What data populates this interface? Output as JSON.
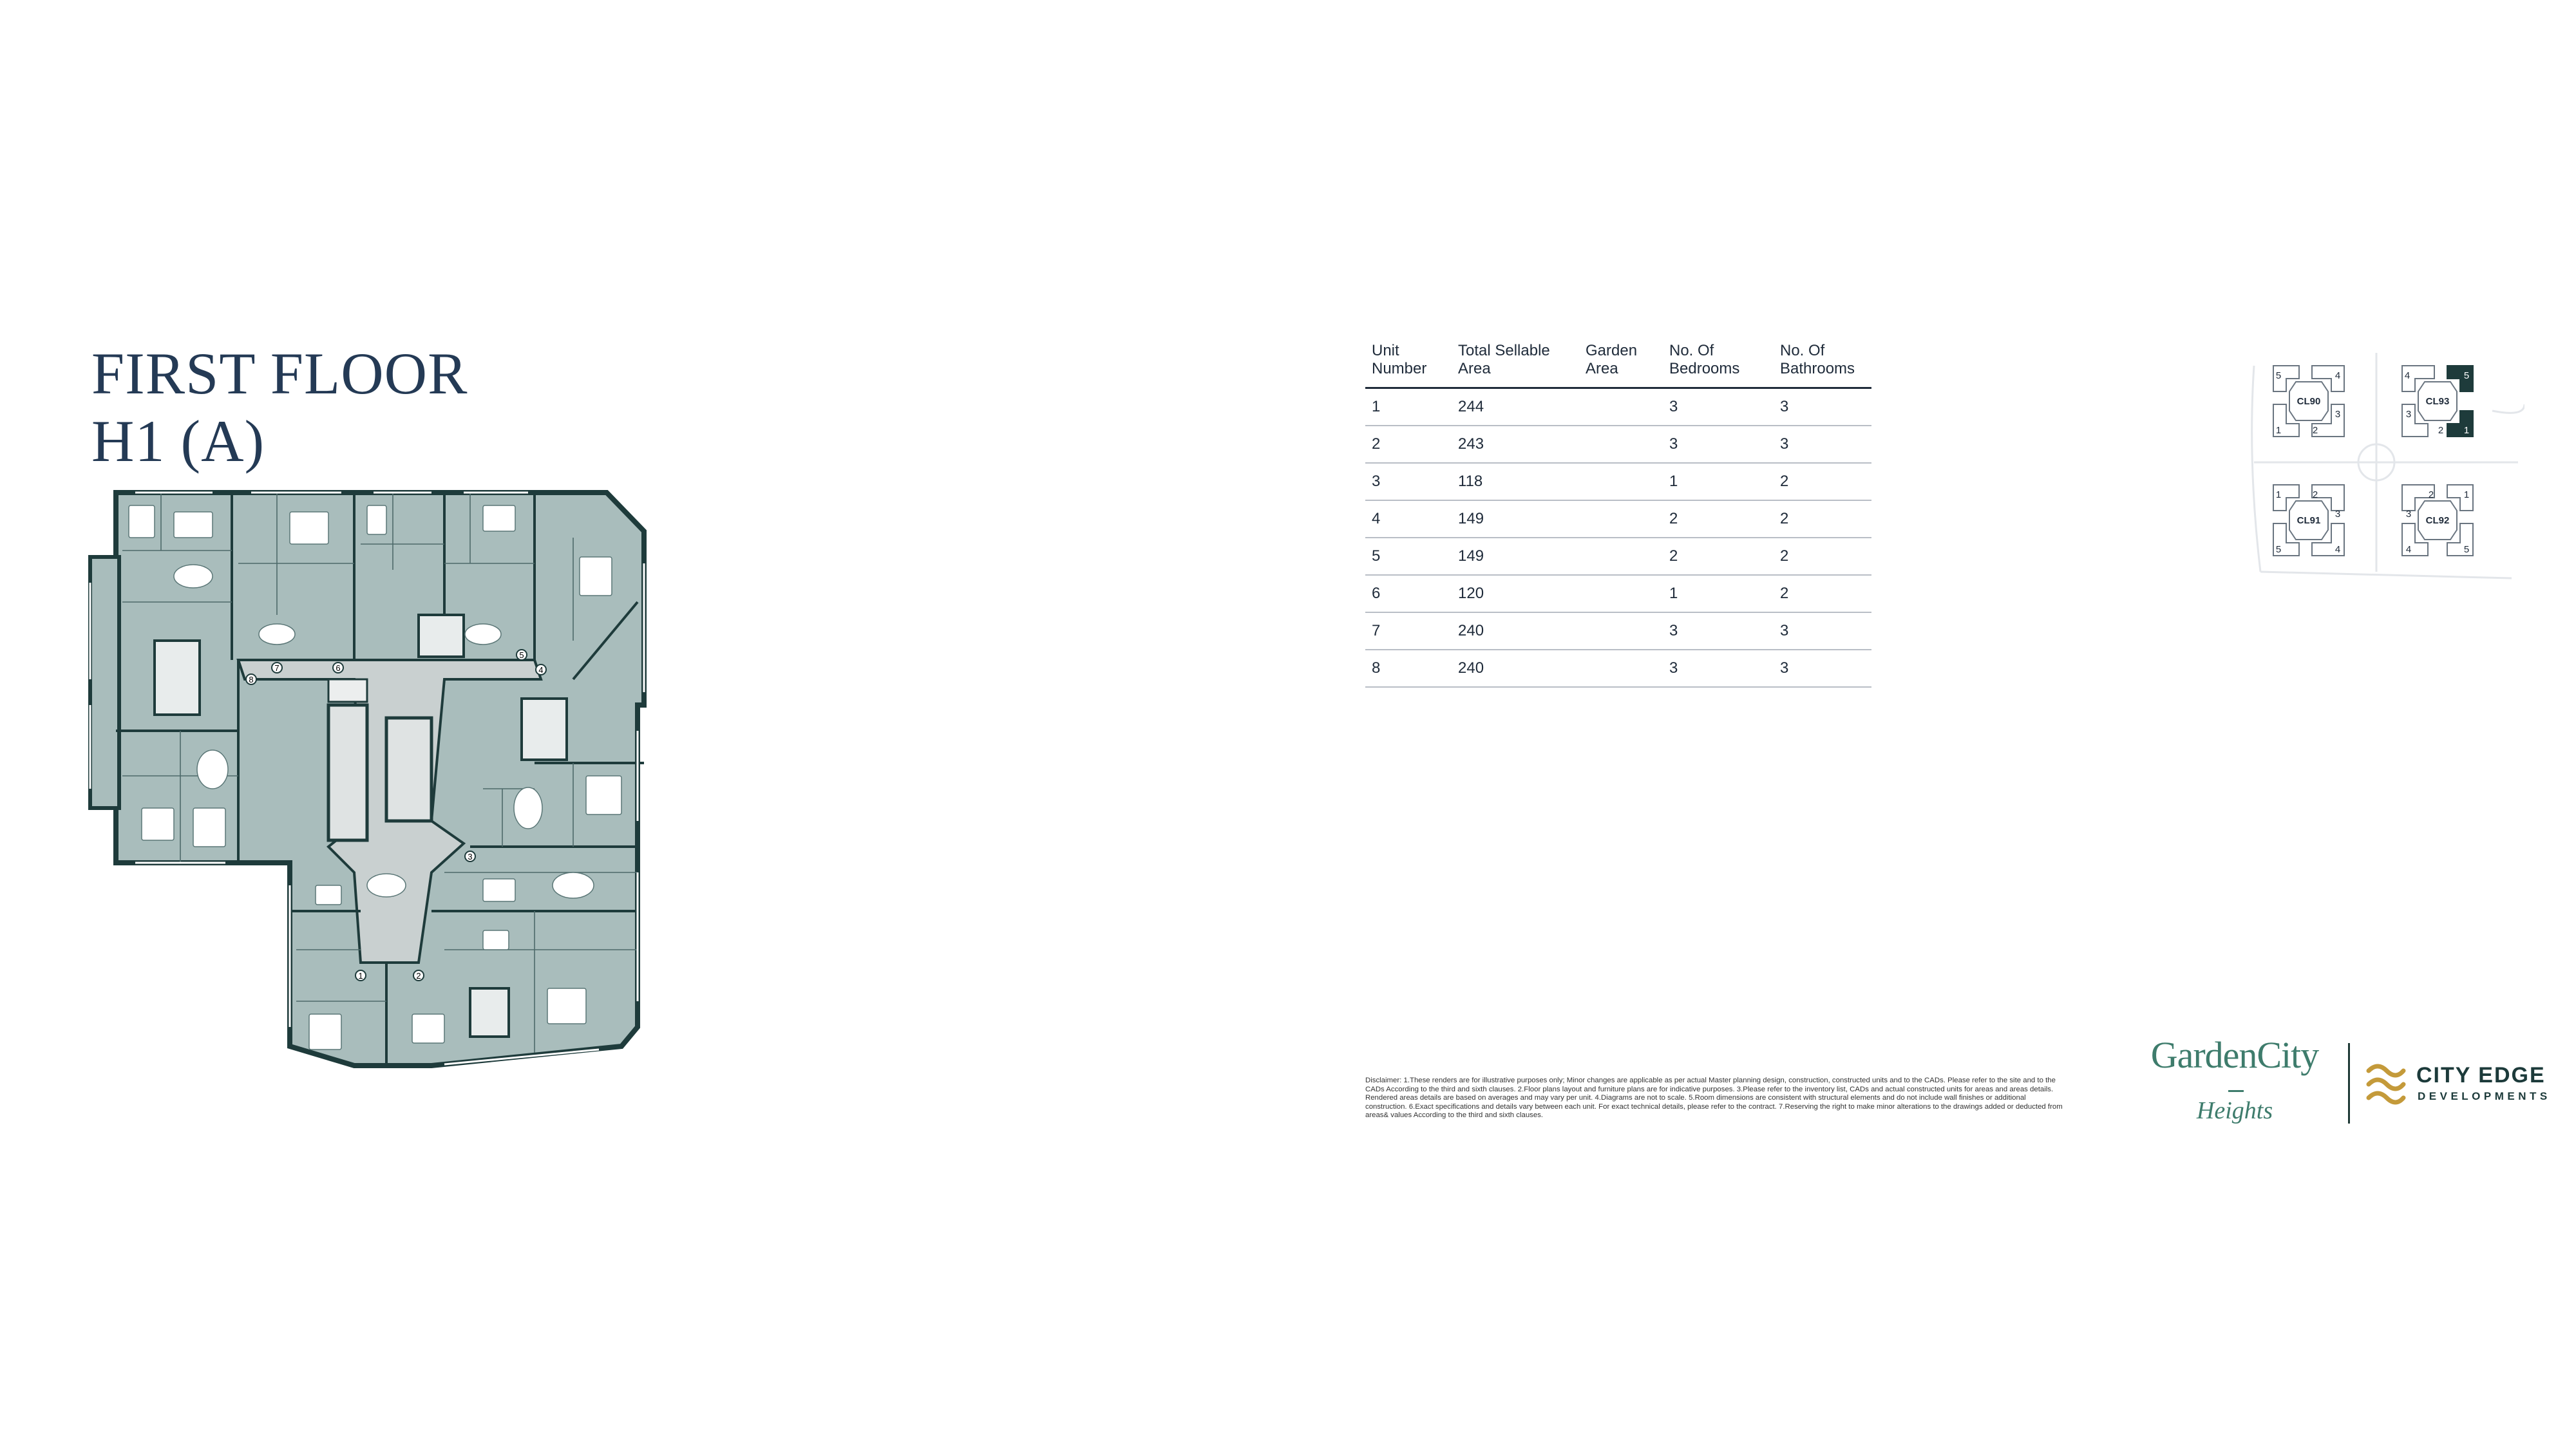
{
  "page": {
    "title_line1": "FIRST FLOOR",
    "title_line2": "H1 (A)"
  },
  "floor_plan": {
    "unit_markers": [
      "1",
      "2",
      "3",
      "4",
      "5",
      "6",
      "7",
      "8"
    ],
    "colors": {
      "unit_fill": "#a9bdbc",
      "wall": "#1e3b3b",
      "corridor": "#c9d0d0"
    }
  },
  "units_table": {
    "headers": [
      [
        "Unit",
        "Number"
      ],
      [
        "Total Sellable",
        "Area"
      ],
      [
        "Garden",
        "Area"
      ],
      [
        "No. Of",
        "Bedrooms"
      ],
      [
        "No. Of",
        "Bathrooms"
      ]
    ],
    "rows": [
      [
        "1",
        "244",
        "",
        "3",
        "3"
      ],
      [
        "2",
        "243",
        "",
        "3",
        "3"
      ],
      [
        "3",
        "118",
        "",
        "1",
        "2"
      ],
      [
        "4",
        "149",
        "",
        "2",
        "2"
      ],
      [
        "5",
        "149",
        "",
        "2",
        "2"
      ],
      [
        "6",
        "120",
        "",
        "1",
        "2"
      ],
      [
        "7",
        "240",
        "",
        "3",
        "3"
      ],
      [
        "8",
        "240",
        "",
        "3",
        "3"
      ]
    ]
  },
  "key_map": {
    "buildings": [
      {
        "label": "CL90",
        "numbers": [
          "5",
          "4",
          "3",
          "1",
          "2"
        ]
      },
      {
        "label": "CL93",
        "numbers": [
          "4",
          "5",
          "3",
          "2",
          "1"
        ]
      },
      {
        "label": "CL91",
        "numbers": [
          "1",
          "2",
          "3",
          "5",
          "4"
        ]
      },
      {
        "label": "CL92",
        "numbers": [
          "2",
          "1",
          "3",
          "4",
          "5"
        ]
      }
    ],
    "highlight_color": "#1e3b3b"
  },
  "disclaimer": "Disclaimer: 1.These renders are for illustrative purposes only; Minor changes are applicable as per actual Master planning design, construction, constructed units and to the CADs. Please refer to the site and to the CADs According to the third and sixth clauses. 2.Floor plans layout and furniture plans are for indicative purposes. 3.Please refer to the inventory list, CADs and actual constructed units for areas and areas details. Rendered areas details are based on averages and may vary per unit. 4.Diagrams are not to scale. 5.Room dimensions are consistent with structural elements and do not include wall finishes or additional construction. 6.Exact specifications and details vary between each unit. For exact technical details, please refer to the contract. 7.Reserving the right to make minor alterations to the drawings added or deducted from areas& values According to the third and sixth clauses.",
  "logos": {
    "garden_city": {
      "name": "GardenCity",
      "sub": "Heights",
      "color": "#3e7c6c"
    },
    "city_edge": {
      "name": "CITY EDGE",
      "sub": "DEVELOPMENTS",
      "color": "#1c3a3a",
      "accent": "#c49a3a"
    }
  }
}
